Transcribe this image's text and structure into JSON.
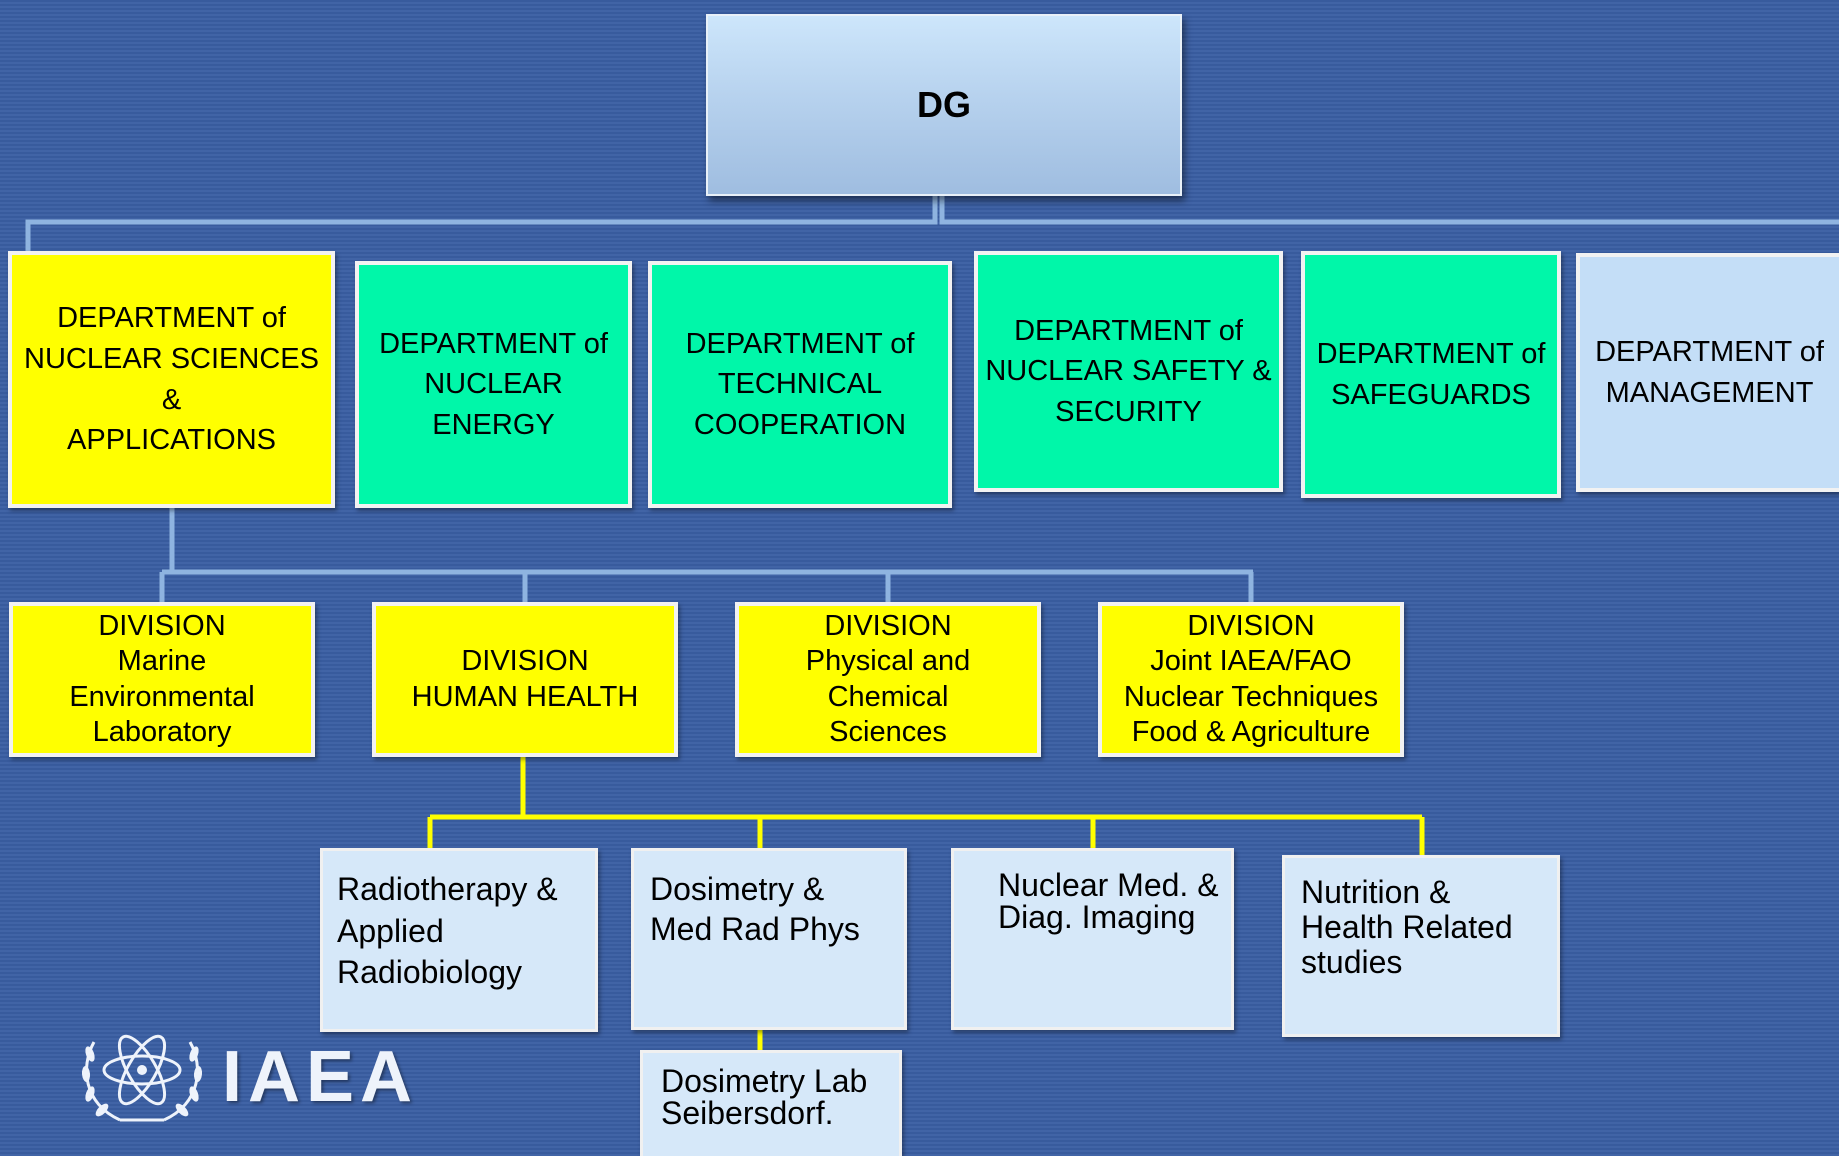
{
  "top": {
    "label": "DG"
  },
  "departments": [
    {
      "label": "DEPARTMENT of\nNUCLEAR SCIENCES\n&\nAPPLICATIONS"
    },
    {
      "label": "DEPARTMENT of\nNUCLEAR\nENERGY"
    },
    {
      "label": "DEPARTMENT of\nTECHNICAL\nCOOPERATION"
    },
    {
      "label": "DEPARTMENT of\nNUCLEAR SAFETY &\nSECURITY"
    },
    {
      "label": "DEPARTMENT of\nSAFEGUARDS"
    },
    {
      "label": "DEPARTMENT of\nMANAGEMENT"
    }
  ],
  "divisions": [
    {
      "label": "DIVISION\nMarine\nEnvironmental\nLaboratory"
    },
    {
      "label": "DIVISION\nHUMAN HEALTH"
    },
    {
      "label": "DIVISION\nPhysical and\nChemical\nSciences"
    },
    {
      "label": "DIVISION\nJoint IAEA/FAO\nNuclear Techniques\nFood & Agriculture"
    }
  ],
  "sections": [
    {
      "label": "Radiotherapy &\nApplied\nRadiobiology"
    },
    {
      "label": "Dosimetry &\nMed Rad Phys"
    },
    {
      "label": "Nuclear Med. &\nDiag. Imaging"
    },
    {
      "label": "Nutrition &\nHealth Related\nstudies"
    }
  ],
  "lab": {
    "label": "Dosimetry Lab\nSeibersdorf."
  },
  "logo": {
    "text": "IAEA",
    "icon": "un-wreath-atom-icon"
  },
  "colors": {
    "background": "#3a5ea3",
    "department_yellow": "#ffff00",
    "department_green": "#00f7a9",
    "department_blue": "#c4def7",
    "section": "#d6e8f9",
    "connector_blue": "#8fb4e0",
    "connector_yellow": "#ffff00"
  }
}
